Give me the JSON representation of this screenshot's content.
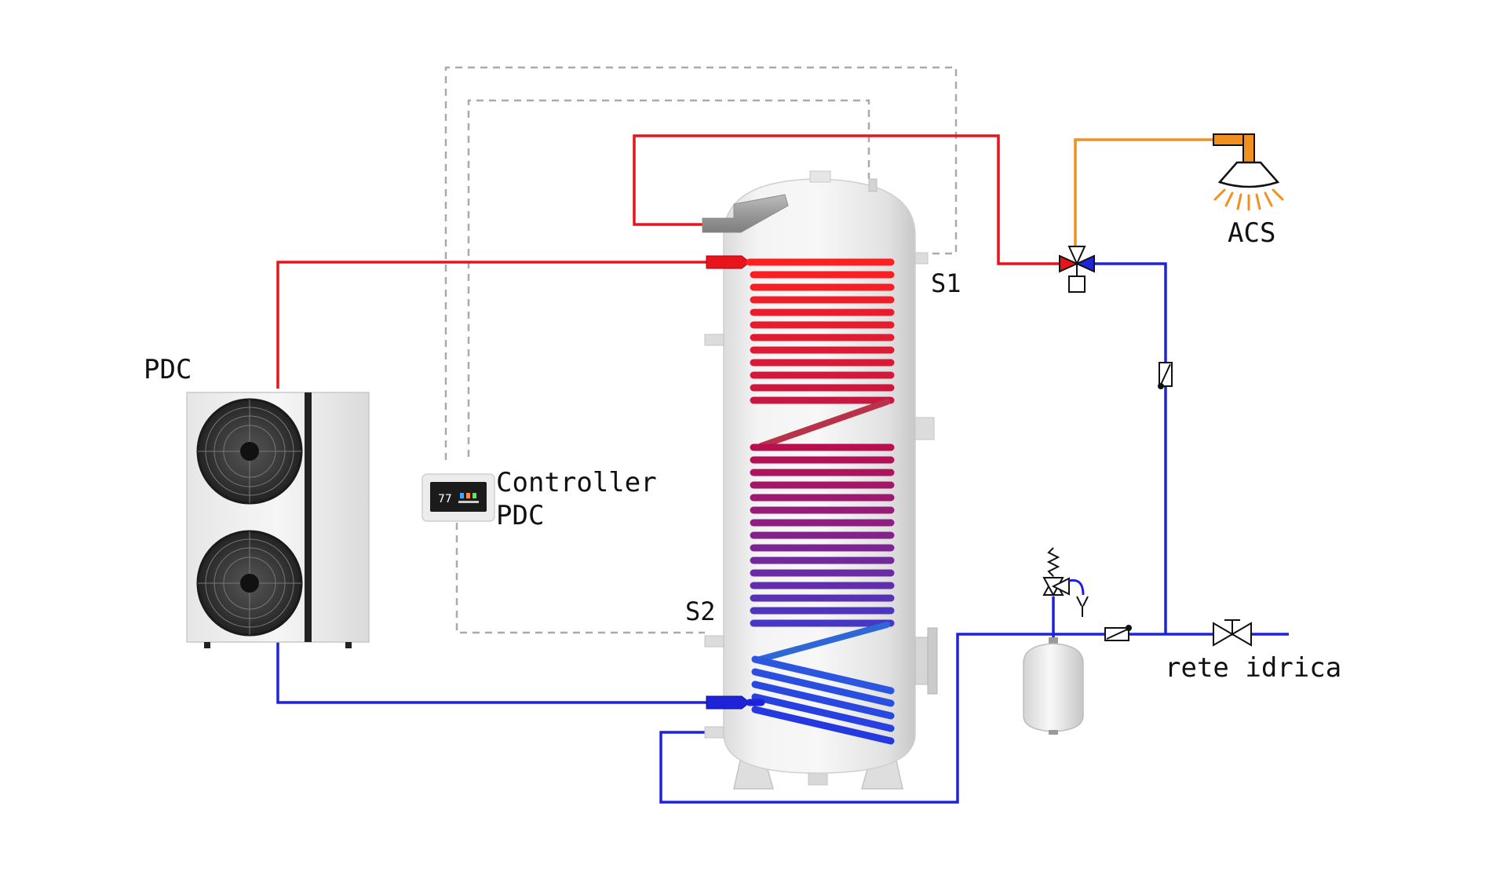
{
  "labels": {
    "pdc": "PDC",
    "controller_line1": "Controller",
    "controller_line2": "PDC",
    "controller_display": "77",
    "s1": "S1",
    "s2": "S2",
    "acs": "ACS",
    "mains": "rete idrica"
  },
  "colors": {
    "hot": "#e8141c",
    "cold": "#1e22d8",
    "acs_pipe": "#f0901e",
    "signal": "#aaaaaa"
  },
  "icons": [
    "heat-pump-icon",
    "controller-icon",
    "storage-tank-icon",
    "shower-icon",
    "three-way-valve-icon",
    "check-valve-icon",
    "safety-valve-icon",
    "expansion-vessel-icon",
    "shutoff-valve-icon"
  ]
}
